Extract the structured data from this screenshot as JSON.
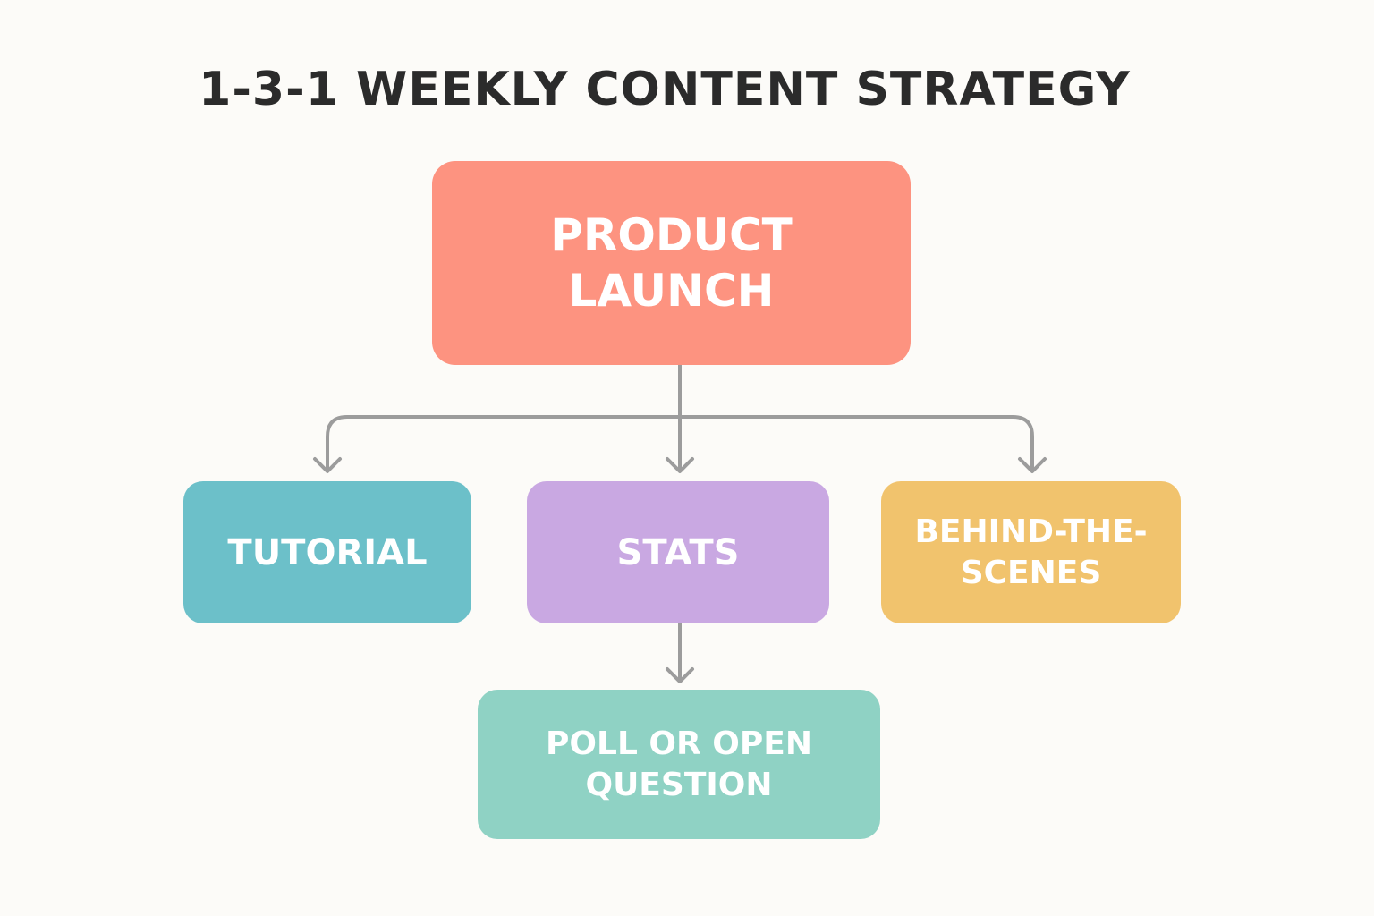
{
  "title": "1-3-1 WEEKLY CONTENT STRATEGY",
  "colors": {
    "background": "#fcfbf8",
    "title": "#2b2b2b",
    "connector": "#9c9c9c",
    "product_launch": "#fd9380",
    "tutorial": "#6cc0c9",
    "stats": "#c9a8e2",
    "behind_the_scenes": "#f1c36d",
    "poll": "#8fd2c4",
    "node_text": "#ffffff"
  },
  "nodes": {
    "root": {
      "label": "PRODUCT LAUNCH"
    },
    "tutorial": {
      "label": "TUTORIAL"
    },
    "stats": {
      "label": "STATS"
    },
    "behind": {
      "label": "BEHIND-THE-SCENES"
    },
    "poll": {
      "label": "POLL OR OPEN QUESTION"
    }
  }
}
